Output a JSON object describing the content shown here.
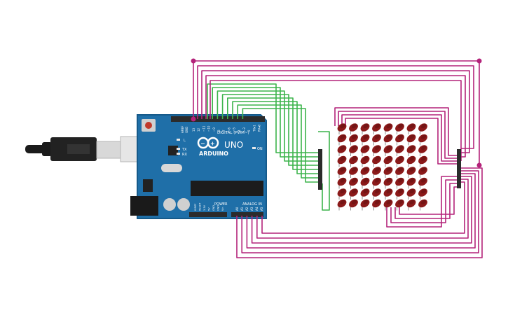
{
  "colors": {
    "board": "#1f6fa8",
    "board_edge": "#165a8a",
    "pin_header": "#2b2b2b",
    "wire_green": "#3cb44b",
    "wire_magenta": "#b4237a",
    "led": "#8b1a1a",
    "led_dark": "#5e0f0f",
    "cable": "#1b1b1b",
    "usb_metal": "#d8d8d8"
  },
  "board": {
    "brand": "ARDUINO",
    "model": "UNO",
    "digital_label": "DIGITAL (PWM~)",
    "power_label": "POWER",
    "analog_label": "ANALOG IN",
    "on_label": "ON",
    "l_label": "L",
    "tx_label": "TX",
    "rx_label": "RX",
    "aref_label": "AREF",
    "gnd_label": "GND",
    "digital_pins": [
      "13",
      "12",
      "~11",
      "~10",
      "~9",
      "8",
      "7",
      "~6",
      "~5",
      "4",
      "~3",
      "2",
      "TX▸1",
      "RX◂0"
    ],
    "power_pins": [
      "IOREF",
      "RESET",
      "3.3V",
      "5V",
      "GND",
      "GND",
      "Vin"
    ],
    "analog_pins": [
      "A0",
      "A1",
      "A2",
      "A3",
      "A4",
      "A5"
    ]
  },
  "matrix": {
    "rows": 8,
    "cols": 8
  },
  "icons": {
    "usb_cable": "usb-cable-icon",
    "reset_button": "reset-button-icon",
    "power_jack": "dc-jack-icon"
  }
}
